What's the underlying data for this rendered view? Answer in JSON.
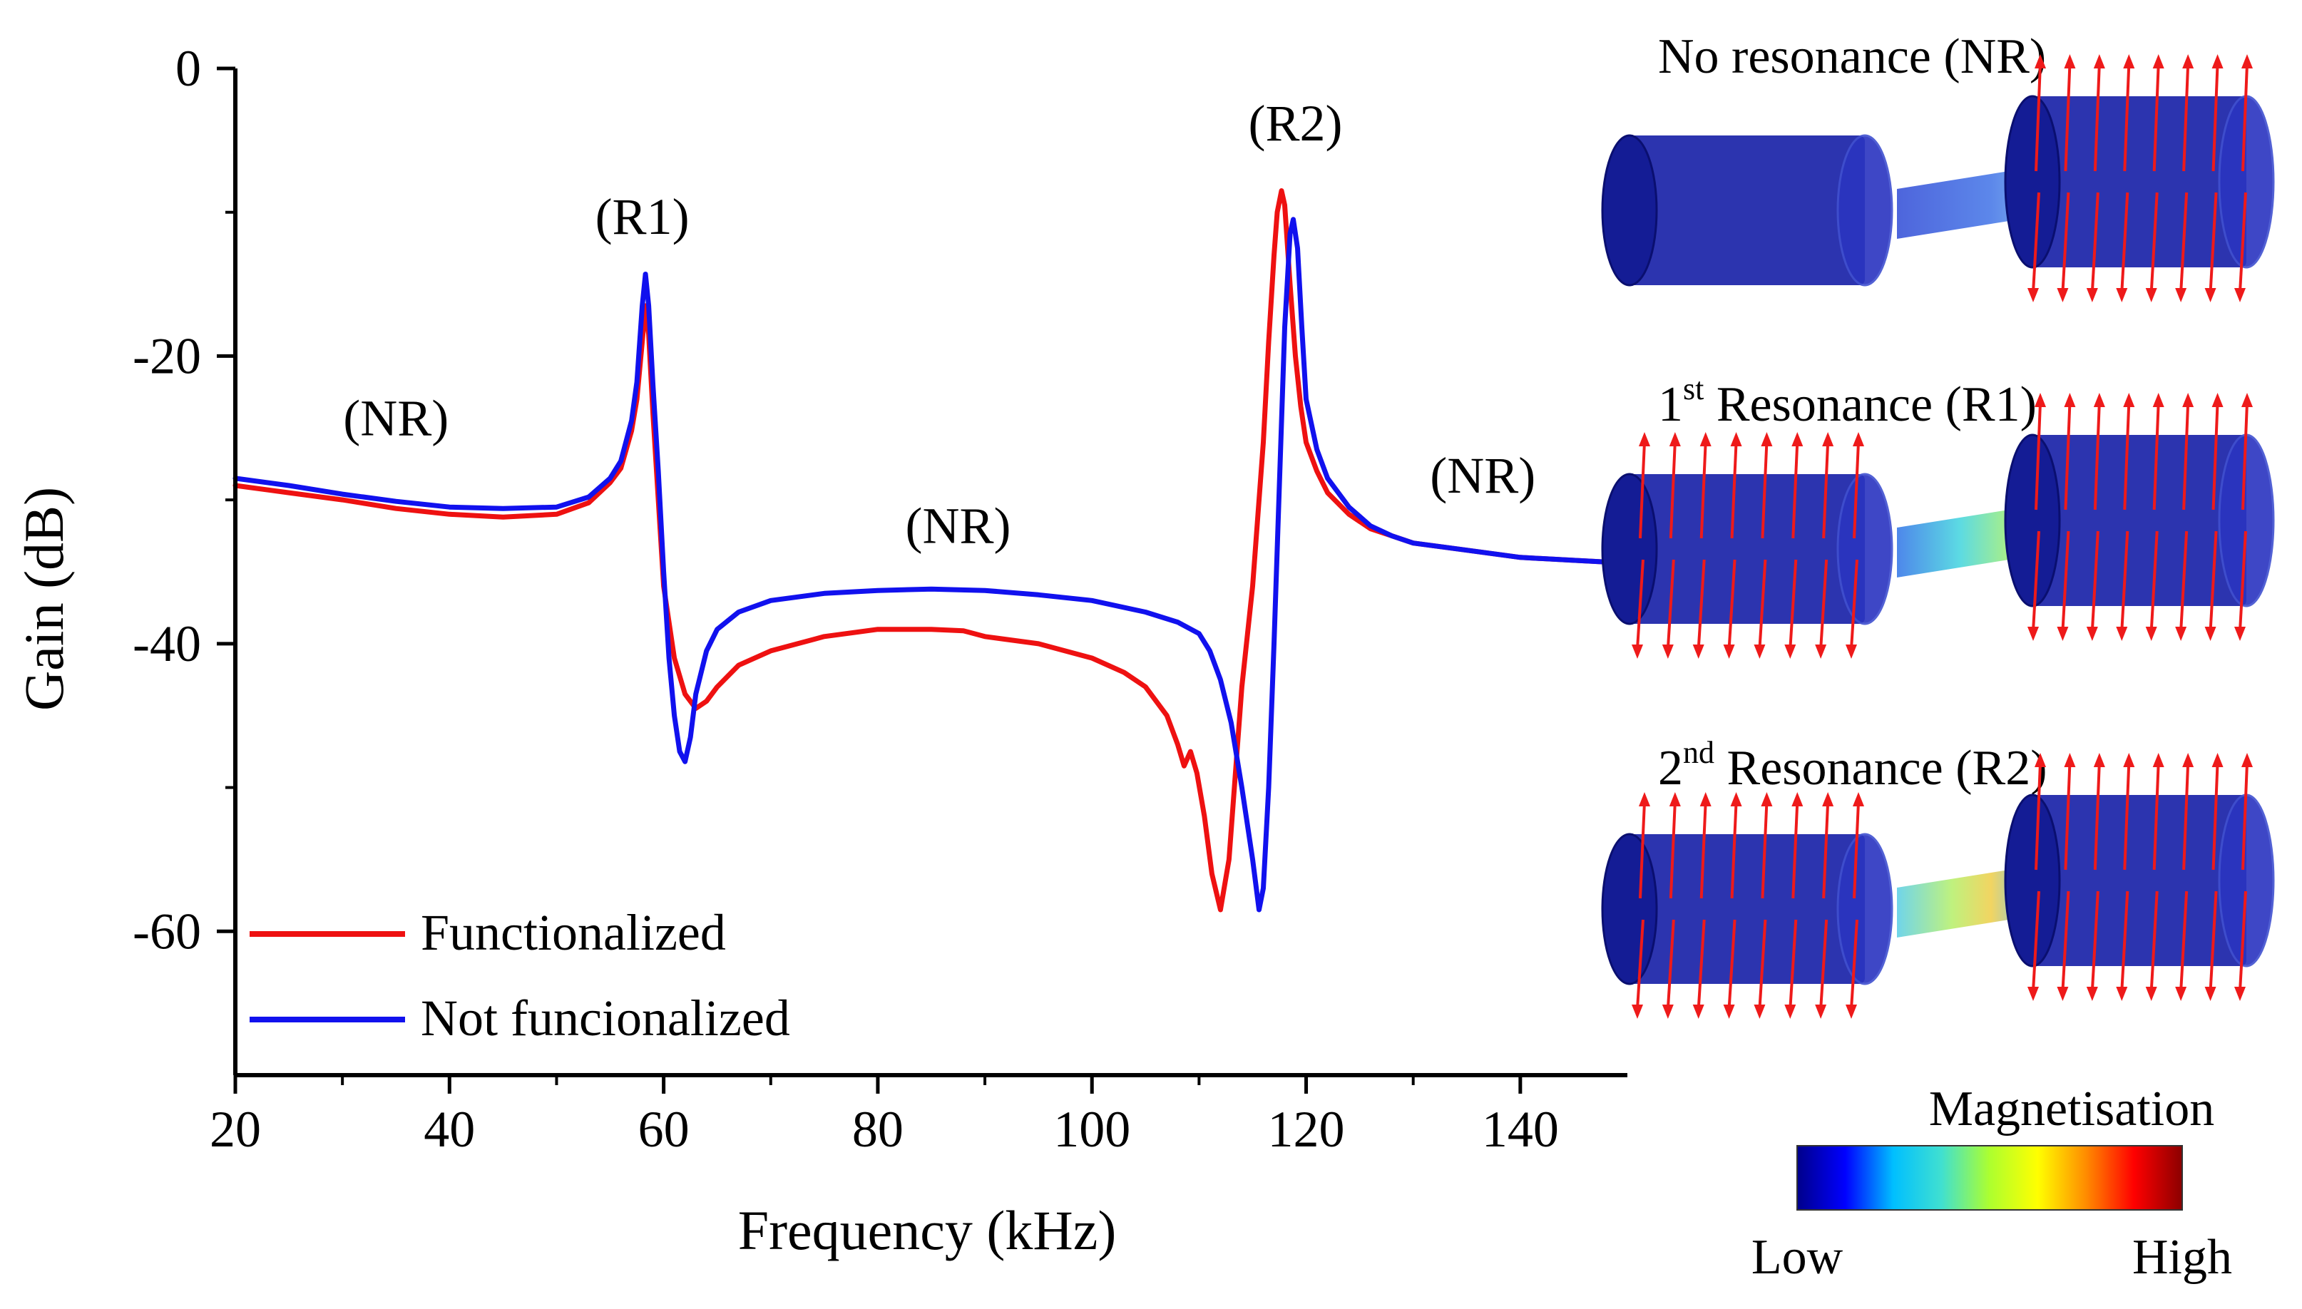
{
  "chart_data": {
    "type": "line",
    "xlabel": "Frequency (kHz)",
    "ylabel": "Gain (dB)",
    "xlim": [
      20,
      150
    ],
    "ylim": [
      -70,
      0
    ],
    "xticks": [
      20,
      40,
      60,
      80,
      100,
      120,
      140
    ],
    "xticklabels": [
      "20",
      "40",
      "60",
      "80",
      "100",
      "120",
      "140"
    ],
    "yticks": [
      0,
      -20,
      -40,
      -60
    ],
    "yticklabels": [
      "0",
      "-20",
      "-40",
      "-60"
    ],
    "legend_position": "bottom-left",
    "colors": {
      "Functionalized": "#ee1111",
      "Not funcionalized": "#1111ee"
    },
    "annotations": [
      {
        "text": "(NR)",
        "x": 35,
        "y": -25.5
      },
      {
        "text": "(R1)",
        "x": 58,
        "y": -11.5
      },
      {
        "text": "(NR)",
        "x": 87.5,
        "y": -33
      },
      {
        "text": "(R2)",
        "x": 119,
        "y": -5
      },
      {
        "text": "(NR)",
        "x": 136.5,
        "y": -29.5
      }
    ],
    "series": [
      {
        "name": "Functionalized",
        "x": [
          20,
          25,
          30,
          35,
          40,
          45,
          50,
          53,
          55,
          56,
          57,
          57.5,
          58,
          58.3,
          58.6,
          59,
          59.5,
          60,
          61,
          62,
          63,
          64,
          65,
          67,
          70,
          75,
          80,
          85,
          88,
          90,
          95,
          100,
          103,
          105,
          107,
          108,
          108.6,
          109.2,
          109.8,
          110.5,
          111.2,
          112,
          112.8,
          113.5,
          114,
          115,
          116,
          116.5,
          117,
          117.3,
          117.7,
          118,
          118.5,
          119,
          119.5,
          120,
          121,
          122,
          124,
          126,
          128,
          130,
          135,
          140,
          145,
          150
        ],
        "y": [
          -29,
          -29.5,
          -30,
          -30.6,
          -31,
          -31.2,
          -31,
          -30.2,
          -28.8,
          -27.8,
          -25.2,
          -23,
          -19,
          -16.5,
          -18.5,
          -24,
          -30,
          -36,
          -41,
          -43.5,
          -44.5,
          -44,
          -43,
          -41.5,
          -40.5,
          -39.5,
          -39,
          -39,
          -39.1,
          -39.5,
          -40,
          -41,
          -42,
          -43,
          -45,
          -47,
          -48.5,
          -47.5,
          -49,
          -52,
          -56,
          -58.5,
          -55,
          -48,
          -43,
          -36,
          -26,
          -19,
          -13,
          -10,
          -8.5,
          -9.5,
          -15,
          -20,
          -23.5,
          -26,
          -28,
          -29.5,
          -31,
          -32,
          -32.5,
          -33,
          -33.5,
          -34,
          -34.2,
          -34.4
        ]
      },
      {
        "name": "Not funcionalized",
        "x": [
          20,
          25,
          30,
          35,
          40,
          45,
          50,
          53,
          55,
          56,
          57,
          57.5,
          58,
          58.3,
          58.6,
          59,
          59.5,
          60,
          60.5,
          61,
          61.5,
          62,
          62.5,
          63,
          64,
          65,
          67,
          70,
          75,
          80,
          85,
          90,
          95,
          100,
          105,
          108,
          110,
          111,
          112,
          113,
          114,
          115,
          115.6,
          116,
          116.5,
          117,
          117.5,
          118,
          118.5,
          118.8,
          119.2,
          119.6,
          120,
          121,
          122,
          124,
          126,
          128,
          130,
          135,
          140,
          145,
          150
        ],
        "y": [
          -28.5,
          -29,
          -29.6,
          -30.1,
          -30.5,
          -30.6,
          -30.5,
          -29.8,
          -28.5,
          -27.3,
          -24.5,
          -21.8,
          -16.5,
          -14.3,
          -16.5,
          -22,
          -28,
          -35,
          -41,
          -45,
          -47.5,
          -48.2,
          -46.5,
          -43.5,
          -40.5,
          -39,
          -37.8,
          -37,
          -36.5,
          -36.3,
          -36.2,
          -36.3,
          -36.6,
          -37,
          -37.8,
          -38.5,
          -39.3,
          -40.5,
          -42.5,
          -45.5,
          -50,
          -55,
          -58.5,
          -57,
          -50,
          -40,
          -29,
          -18,
          -11.5,
          -10.5,
          -12.5,
          -18,
          -23,
          -26.5,
          -28.5,
          -30.5,
          -31.8,
          -32.5,
          -33,
          -33.5,
          -34,
          -34.2,
          -34.4
        ]
      }
    ]
  },
  "panels": [
    {
      "title": "No resonance (NR)",
      "sup": "",
      "suffix": ""
    },
    {
      "title": "1",
      "sup": "st",
      "suffix": " Resonance (R1)"
    },
    {
      "title": "2",
      "sup": "nd",
      "suffix": " Resonance (R2)"
    }
  ],
  "colorbar": {
    "title": "Magnetisation",
    "low_label": "Low",
    "high_label": "High",
    "colors": [
      "#00008b",
      "#0000ff",
      "#00bfff",
      "#40e0d0",
      "#adff2f",
      "#ffff00",
      "#ff8c00",
      "#ff0000",
      "#8b0000"
    ]
  },
  "device_colors": {
    "body": "#1a23a8",
    "body_edge": "#0a0f70",
    "arrow": "#ee1a1a"
  }
}
